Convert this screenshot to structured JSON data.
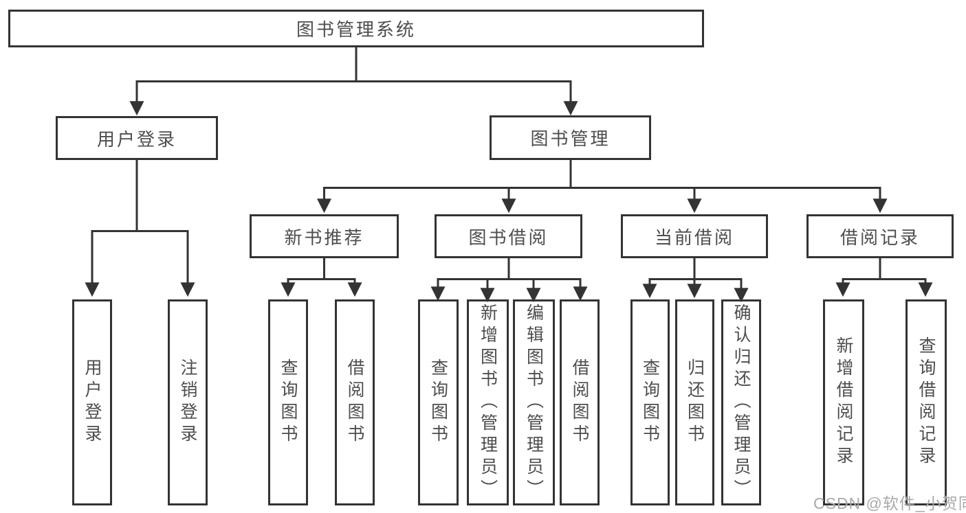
{
  "diagram": {
    "root": {
      "label": "图书管理系统"
    },
    "branches": [
      {
        "label": "用户登录",
        "children": [
          {
            "label": "用户登录"
          },
          {
            "label": "注销登录"
          }
        ]
      },
      {
        "label": "图书管理",
        "children": [
          {
            "label": "新书推荐",
            "children": [
              {
                "label": "查询图书"
              },
              {
                "label": "借阅图书"
              }
            ]
          },
          {
            "label": "图书借阅",
            "children": [
              {
                "label": "查询图书"
              },
              {
                "label": "新增图书（管理员）"
              },
              {
                "label": "编辑图书（管理员）"
              },
              {
                "label": "借阅图书"
              }
            ]
          },
          {
            "label": "当前借阅",
            "children": [
              {
                "label": "查询图书"
              },
              {
                "label": "归还图书"
              },
              {
                "label": "确认归还（管理员）"
              }
            ]
          },
          {
            "label": "借阅记录",
            "children": [
              {
                "label": "新增借阅记录"
              },
              {
                "label": "查询借阅记录"
              }
            ]
          }
        ]
      }
    ]
  },
  "watermark": {
    "text": "CSDN @软件_小贺同学"
  },
  "colors": {
    "line": "#333333",
    "box_border": "#333333",
    "box_background": "#ffffff",
    "text": "#4d4d4d",
    "watermark": "#a9a9a9",
    "page_background": "#ffffff"
  }
}
